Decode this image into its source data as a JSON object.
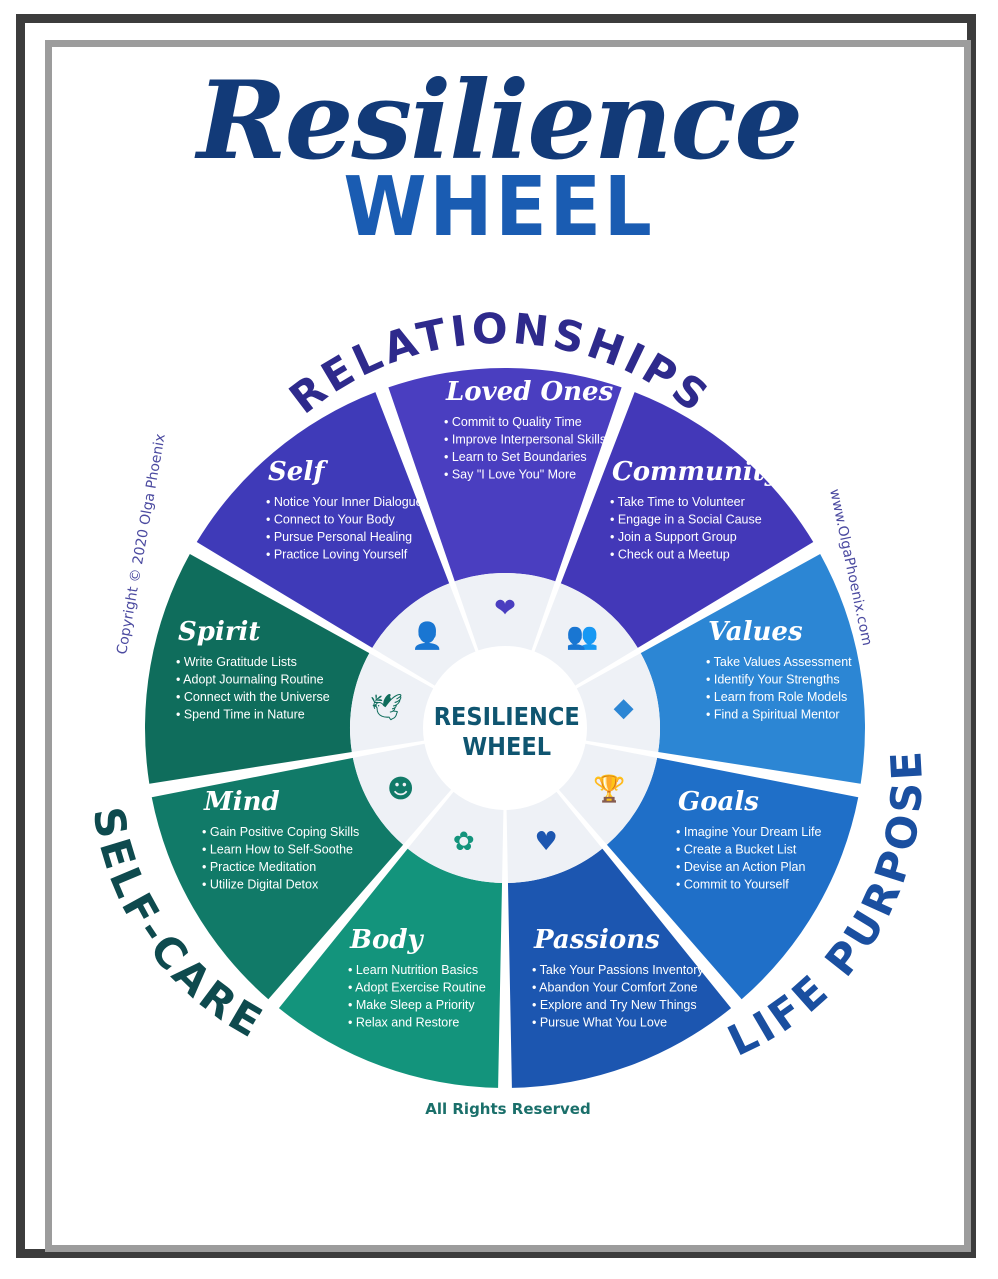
{
  "title": {
    "script": "Resilience",
    "block": "WHEEL"
  },
  "center": {
    "line1": "RESILIENCE",
    "line2": "WHEEL"
  },
  "groups": [
    {
      "key": "relationships",
      "label": "RELATIONSHIPS",
      "color": "#2e2a8c"
    },
    {
      "key": "life_purpose",
      "label": "LIFE PURPOSE",
      "color": "#1a4fa0"
    },
    {
      "key": "self_care",
      "label": "SELF-CARE",
      "color": "#0e4a4e"
    }
  ],
  "segments": [
    {
      "key": "loved_ones",
      "title": "Loved Ones",
      "icon": "hearts-icon",
      "glyph": "❤",
      "color": "#4a3ec0",
      "items": [
        "• Commit to Quality Time",
        "• Improve Interpersonal Skills",
        "• Learn to Set Boundaries",
        "• Say \"I Love You\" More"
      ]
    },
    {
      "key": "community",
      "title": "Community",
      "icon": "people-icon",
      "glyph": "👥",
      "color": "#4338b8",
      "items": [
        "• Take Time to Volunteer",
        "• Engage in a Social Cause",
        "• Join a Support Group",
        "• Check out a Meetup"
      ]
    },
    {
      "key": "values",
      "title": "Values",
      "icon": "diamond-icon",
      "glyph": "◆",
      "color": "#2c86d4",
      "items": [
        "• Take Values Assessment",
        "• Identify Your Strengths",
        "• Learn from Role Models",
        "• Find a Spiritual Mentor"
      ]
    },
    {
      "key": "goals",
      "title": "Goals",
      "icon": "trophy-icon",
      "glyph": "🏆",
      "color": "#1f6fc8",
      "items": [
        "• Imagine Your Dream Life",
        "• Create a Bucket List",
        "• Devise an Action Plan",
        "• Commit to Yourself"
      ]
    },
    {
      "key": "passions",
      "title": "Passions",
      "icon": "heart-pulse-icon",
      "glyph": "♥",
      "color": "#1c56b0",
      "items": [
        "• Take Your Passions Inventory",
        "• Abandon Your Comfort Zone",
        "• Explore and Try New Things",
        "• Pursue What You Love"
      ]
    },
    {
      "key": "body",
      "title": "Body",
      "icon": "lotus-icon",
      "glyph": "✿",
      "color": "#13947c",
      "items": [
        "• Learn Nutrition Basics",
        "• Adopt Exercise Routine",
        "• Make Sleep a Priority",
        "• Relax and Restore"
      ]
    },
    {
      "key": "mind",
      "title": "Mind",
      "icon": "head-heart-icon",
      "glyph": "☻",
      "color": "#117a68",
      "items": [
        "• Gain Positive Coping Skills",
        "• Learn How to Self-Soothe",
        "• Practice Meditation",
        "• Utilize Digital Detox"
      ]
    },
    {
      "key": "spirit",
      "title": "Spirit",
      "icon": "dove-icon",
      "glyph": "🕊",
      "color": "#0f6d5c",
      "items": [
        "• Write Gratitude Lists",
        "• Adopt Journaling Routine",
        "• Connect with the Universe",
        "• Spend Time in Nature"
      ]
    },
    {
      "key": "self",
      "title": "Self",
      "icon": "person-icon",
      "glyph": "👤",
      "color": "#3f3ab8",
      "items": [
        "• Notice Your Inner Dialogue",
        "• Connect to Your Body",
        "• Pursue Personal Healing",
        "• Practice Loving Yourself"
      ]
    }
  ],
  "side_left": "Copyright © 2020 Olga Phoenix",
  "side_right": "www.OlgaPhoenix.com",
  "footer": "All Rights Reserved"
}
